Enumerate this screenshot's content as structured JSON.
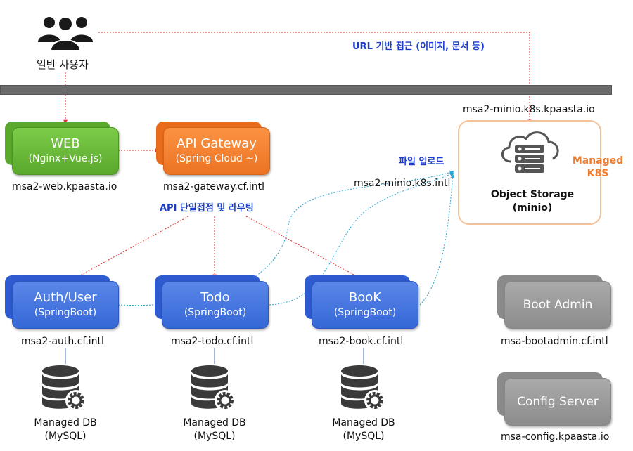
{
  "users": {
    "label": "일반 사용자",
    "icon": "users-icon"
  },
  "url_access_label": "URL 기반 접근 (이미지, 문서 등)",
  "web": {
    "title": "WEB",
    "subtitle": "(Nginx+Vue.js)",
    "host": "msa2-web.kpaasta.io"
  },
  "gateway": {
    "title": "API Gateway",
    "subtitle": "(Spring Cloud ~)",
    "host": "msa2-gateway.cf.intl",
    "routing_label": "API 단일접점 및 라우팅"
  },
  "file_upload_label": "파일 업로드",
  "minio_internal_host": "msa2-minio.k8s.intl",
  "minio_external_host": "msa2-minio.k8s.kpaasta.io",
  "object_storage": {
    "line1": "Object Storage",
    "line2": "(minio)",
    "icon": "cloud-server-icon"
  },
  "managed_k8s": {
    "line1": "Managed",
    "line2": "K8S"
  },
  "services": [
    {
      "title": "Auth/User",
      "subtitle": "(SpringBoot)",
      "host": "msa2-auth.cf.intl"
    },
    {
      "title": "Todo",
      "subtitle": "(SpringBoot)",
      "host": "msa2-todo.cf.intl"
    },
    {
      "title": "BooK",
      "subtitle": "(SpringBoot)",
      "host": "msa2-book.cf.intl"
    }
  ],
  "databases": [
    {
      "line1": "Managed DB",
      "line2": "(MySQL)",
      "icon": "database-gear-icon"
    },
    {
      "line1": "Managed DB",
      "line2": "(MySQL)",
      "icon": "database-gear-icon"
    },
    {
      "line1": "Managed DB",
      "line2": "(MySQL)",
      "icon": "database-gear-icon"
    }
  ],
  "boot_admin": {
    "title": "Boot Admin",
    "host": "msa-bootadmin.cf.intl"
  },
  "config_server": {
    "title": "Config Server",
    "host": "msa-config.kpaasta.io"
  },
  "colors": {
    "web": "#6bbd3b",
    "gateway": "#f28431",
    "service": "#3f6fdc",
    "infra": "#999999",
    "k8s_border": "#f4c29a",
    "k8s_text": "#ed7d31",
    "flow_red": "#e03030",
    "flow_blue": "#2aa6d8",
    "label_blue": "#1a3cc8"
  }
}
